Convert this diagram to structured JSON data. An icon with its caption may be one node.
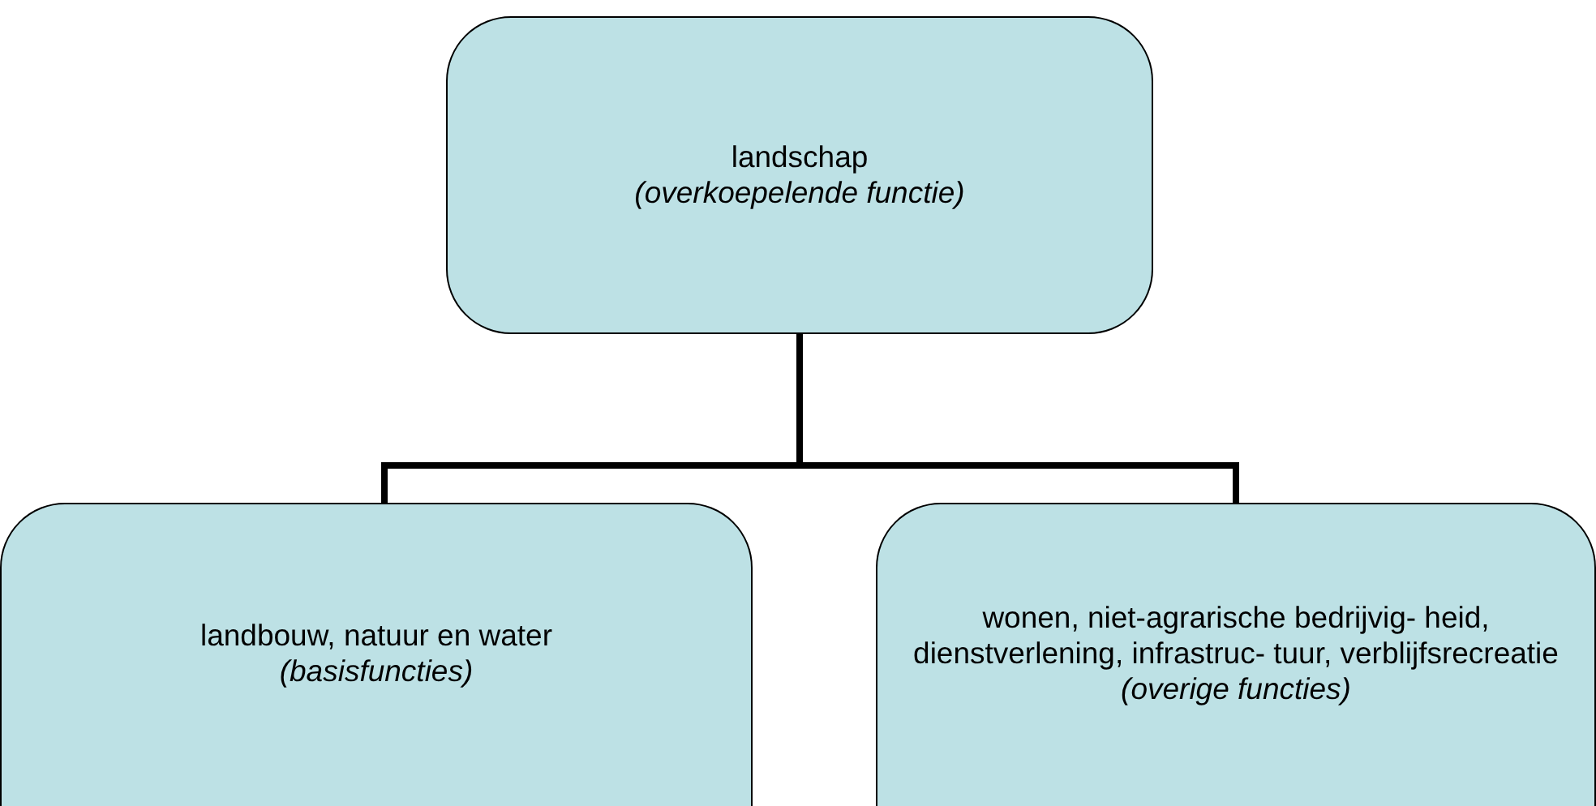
{
  "diagram": {
    "nodes": [
      {
        "text": [
          "landschap",
          "(overkoepelende functie)"
        ]
      },
      {
        "text": [
          "landbouw, natuur en water",
          "(basisfuncties)"
        ]
      },
      {
        "text": [
          "wonen, niet-agrarische bedrijvig- heid, dienstverlening, infrastruc- tuur, verblijfsrecreatie",
          "(overige functies)"
        ]
      }
    ],
    "edges": [
      {
        "from": 0,
        "to": 1,
        "arrow": "none"
      },
      {
        "from": 0,
        "to": 2,
        "arrow": "none"
      }
    ]
  }
}
